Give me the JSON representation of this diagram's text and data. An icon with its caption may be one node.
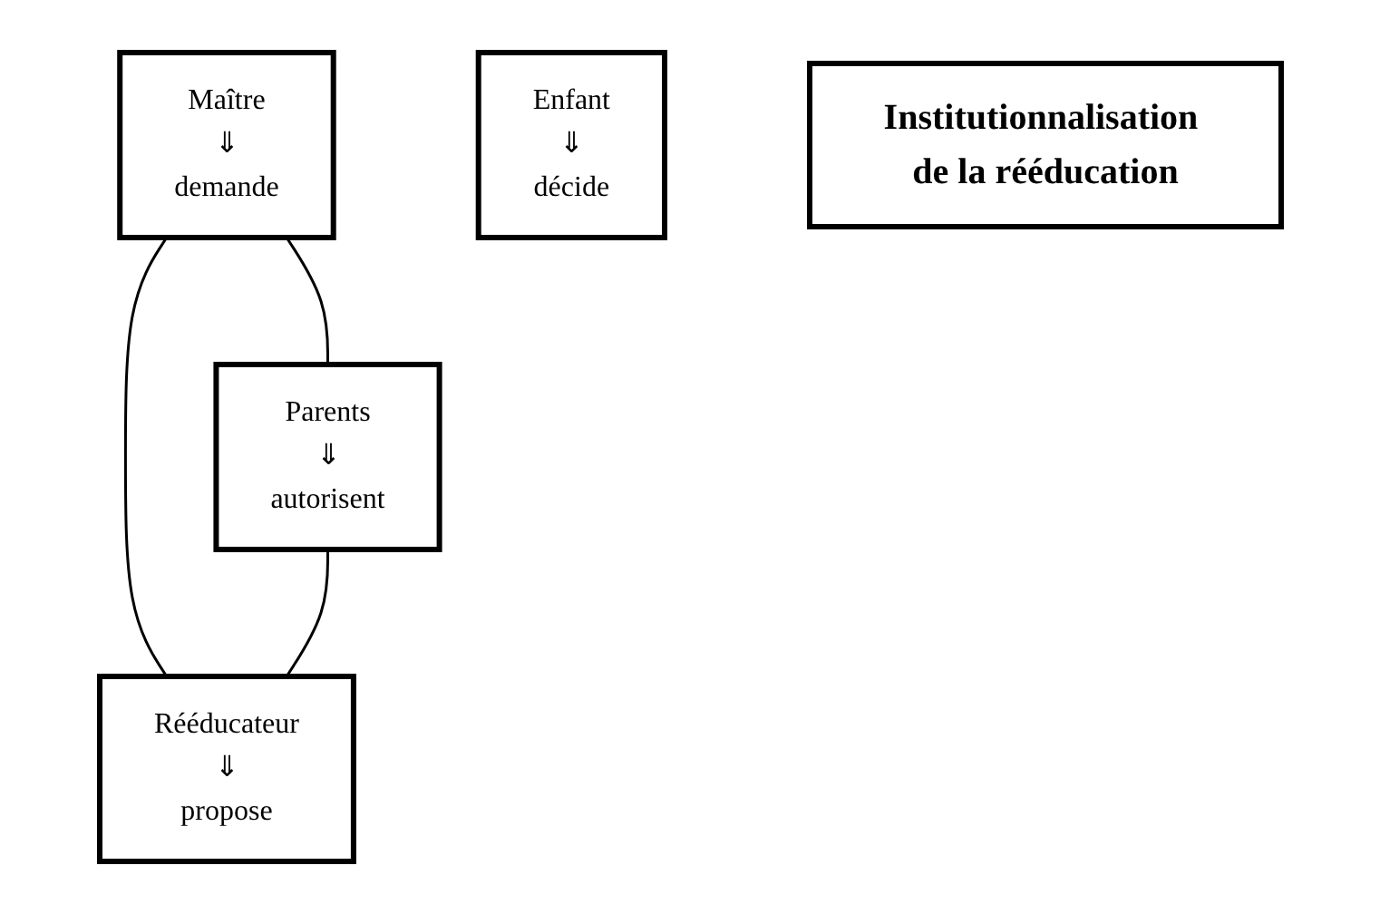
{
  "diagram": {
    "nodes": [
      {
        "text": [
          "Maître",
          "⇓",
          "demande"
        ]
      },
      {
        "text": [
          "Parents",
          "⇓",
          "autorisent"
        ]
      },
      {
        "text": [
          "Enfant",
          "⇓",
          "décide"
        ]
      },
      {
        "text": [
          "Rééducateur",
          "⇓",
          "propose"
        ]
      },
      {
        "text": [
          "Institutionnalisation de la rééducation"
        ]
      }
    ],
    "edges": [
      {
        "from": 0,
        "to": 1,
        "arrow": "none"
      },
      {
        "from": 0,
        "to": 3,
        "arrow": "none"
      },
      {
        "from": 1,
        "to": 3,
        "arrow": "none"
      }
    ]
  }
}
